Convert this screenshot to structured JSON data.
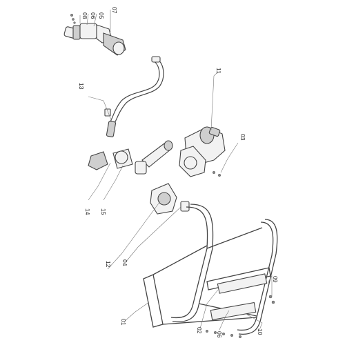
{
  "callouts": {
    "c08": "08",
    "c06a": "06",
    "c05": "05",
    "c07": "07",
    "c13": "13",
    "c11": "11",
    "c03": "03",
    "c14": "14",
    "c15": "15",
    "c12": "12",
    "c04": "04",
    "c09": "09",
    "c01": "01",
    "c02": "02",
    "c06b": "06",
    "c10": "10"
  }
}
